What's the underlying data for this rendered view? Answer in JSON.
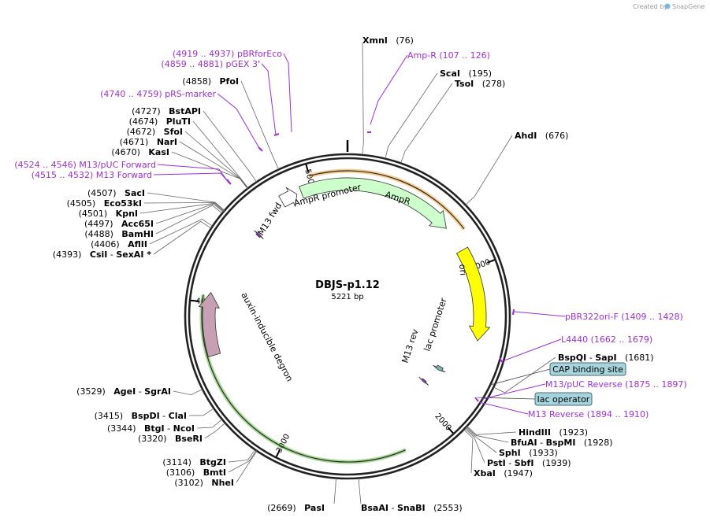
{
  "credit": "Created by",
  "brand": "SnapGene",
  "plasmid": {
    "name": "DBJS-p1.12",
    "size_text": "5221 bp",
    "length": 5221
  },
  "ticks": [
    {
      "pos": 1000,
      "text": "1000"
    },
    {
      "pos": 2000,
      "text": "2000"
    },
    {
      "pos": 3000,
      "text": "3000"
    },
    {
      "pos": 4000,
      "text": "4000"
    },
    {
      "pos": 5000,
      "text": "5000"
    }
  ],
  "sites": [
    {
      "pos": 76,
      "parts": [
        {
          "t": "XmnI",
          "b": true
        },
        {
          "t": "   (76)"
        }
      ]
    },
    {
      "pos": 195,
      "parts": [
        {
          "t": "ScaI",
          "b": true
        },
        {
          "t": "   (195)"
        }
      ]
    },
    {
      "pos": 278,
      "parts": [
        {
          "t": "TsoI",
          "b": true
        },
        {
          "t": "   (278)"
        }
      ]
    },
    {
      "pos": 676,
      "parts": [
        {
          "t": "AhdI",
          "b": true
        },
        {
          "t": "   (676)"
        }
      ]
    },
    {
      "pos": 1681,
      "parts": [
        {
          "t": "BspQI",
          "b": true
        },
        {
          "t": " - "
        },
        {
          "t": "SapI",
          "b": true
        },
        {
          "t": "   (1681)"
        }
      ]
    },
    {
      "pos": 1923,
      "parts": [
        {
          "t": "HindIII",
          "b": true
        },
        {
          "t": "   (1923)"
        }
      ]
    },
    {
      "pos": 1928,
      "parts": [
        {
          "t": "BfuAI",
          "b": true
        },
        {
          "t": " - "
        },
        {
          "t": "BspMI",
          "b": true
        },
        {
          "t": "   (1928)"
        }
      ]
    },
    {
      "pos": 1933,
      "parts": [
        {
          "t": "SphI",
          "b": true
        },
        {
          "t": "   (1933)"
        }
      ]
    },
    {
      "pos": 1939,
      "parts": [
        {
          "t": "PstI",
          "b": true
        },
        {
          "t": " - "
        },
        {
          "t": "SbfI",
          "b": true
        },
        {
          "t": "   (1939)"
        }
      ]
    },
    {
      "pos": 1947,
      "parts": [
        {
          "t": "XbaI",
          "b": true
        },
        {
          "t": "   (1947)"
        }
      ]
    },
    {
      "pos": 2553,
      "parts": [
        {
          "t": "BsaAI",
          "b": true
        },
        {
          "t": " - "
        },
        {
          "t": "SnaBI",
          "b": true
        },
        {
          "t": "   (2553)"
        }
      ]
    },
    {
      "pos": 2669,
      "parts": [
        {
          "t": "(2669)   "
        },
        {
          "t": "PasI",
          "b": true
        }
      ]
    },
    {
      "pos": 3102,
      "parts": [
        {
          "t": "(3102)   "
        },
        {
          "t": "NheI",
          "b": true
        }
      ]
    },
    {
      "pos": 3106,
      "parts": [
        {
          "t": "(3106)   "
        },
        {
          "t": "BmtI",
          "b": true
        }
      ]
    },
    {
      "pos": 3114,
      "parts": [
        {
          "t": "(3114)   "
        },
        {
          "t": "BtgZI",
          "b": true
        }
      ]
    },
    {
      "pos": 3320,
      "parts": [
        {
          "t": "(3320)   "
        },
        {
          "t": "BseRI",
          "b": true
        }
      ]
    },
    {
      "pos": 3344,
      "parts": [
        {
          "t": "(3344)   "
        },
        {
          "t": "BtgI",
          "b": true
        },
        {
          "t": " - "
        },
        {
          "t": "NcoI",
          "b": true
        }
      ]
    },
    {
      "pos": 3415,
      "parts": [
        {
          "t": "(3415)   "
        },
        {
          "t": "BspDI",
          "b": true
        },
        {
          "t": " - "
        },
        {
          "t": "ClaI",
          "b": true
        }
      ]
    },
    {
      "pos": 3529,
      "parts": [
        {
          "t": "(3529)   "
        },
        {
          "t": "AgeI",
          "b": true
        },
        {
          "t": " - "
        },
        {
          "t": "SgrAI",
          "b": true
        }
      ]
    },
    {
      "pos": 4393,
      "parts": [
        {
          "t": "(4393)   "
        },
        {
          "t": "CsiI",
          "b": true
        },
        {
          "t": " - "
        },
        {
          "t": "SexAI *",
          "b": true
        }
      ]
    },
    {
      "pos": 4406,
      "parts": [
        {
          "t": "(4406)   "
        },
        {
          "t": "AflII",
          "b": true
        }
      ]
    },
    {
      "pos": 4488,
      "parts": [
        {
          "t": "(4488)   "
        },
        {
          "t": "BamHI",
          "b": true
        }
      ]
    },
    {
      "pos": 4497,
      "parts": [
        {
          "t": "(4497)   "
        },
        {
          "t": "Acc65I",
          "b": true
        }
      ]
    },
    {
      "pos": 4501,
      "parts": [
        {
          "t": "(4501)   "
        },
        {
          "t": "KpnI",
          "b": true
        }
      ]
    },
    {
      "pos": 4505,
      "parts": [
        {
          "t": "(4505)   "
        },
        {
          "t": "Eco53kI",
          "b": true
        }
      ]
    },
    {
      "pos": 4507,
      "parts": [
        {
          "t": "(4507)   "
        },
        {
          "t": "SacI",
          "b": true
        }
      ]
    },
    {
      "pos": 4670,
      "parts": [
        {
          "t": "(4670)   "
        },
        {
          "t": "KasI",
          "b": true
        }
      ]
    },
    {
      "pos": 4671,
      "parts": [
        {
          "t": "(4671)   "
        },
        {
          "t": "NarI",
          "b": true
        }
      ]
    },
    {
      "pos": 4672,
      "parts": [
        {
          "t": "(4672)   "
        },
        {
          "t": "SfoI",
          "b": true
        }
      ]
    },
    {
      "pos": 4674,
      "parts": [
        {
          "t": "(4674)   "
        },
        {
          "t": "PluTI",
          "b": true
        }
      ]
    },
    {
      "pos": 4727,
      "parts": [
        {
          "t": "(4727)   "
        },
        {
          "t": "BstAPI",
          "b": true
        }
      ]
    },
    {
      "pos": 4858,
      "parts": [
        {
          "t": "(4858)   "
        },
        {
          "t": "PfoI",
          "b": true
        }
      ]
    }
  ],
  "primers": [
    {
      "pos": 116,
      "text": "Amp-R     (107 .. 126)"
    },
    {
      "pos": 1418,
      "text": "pBR322ori-F     (1409 .. 1428)"
    },
    {
      "pos": 1670,
      "text": "L4440     (1662 .. 1679)"
    },
    {
      "pos": 1886,
      "text": "M13/pUC Reverse     (1875 .. 1897)"
    },
    {
      "pos": 1902,
      "text": "M13 Reverse     (1894 .. 1910)"
    },
    {
      "pos": 4535,
      "text": "(4524 .. 4546)   M13/pUC Forward"
    },
    {
      "pos": 4523,
      "text": "(4515 .. 4532)   M13 Forward"
    },
    {
      "pos": 4750,
      "text": "(4740 .. 4759)   pRS-marker"
    },
    {
      "pos": 4870,
      "text": "(4859 .. 4881)   pGEX 3'"
    },
    {
      "pos": 4928,
      "text": "(4919 .. 4937)   pBRforEco"
    }
  ],
  "boxed_features": [
    {
      "text": "CAP binding site"
    },
    {
      "text": "lac operator"
    }
  ],
  "features": [
    {
      "name": "AmpR",
      "start": 4925,
      "end": 700,
      "color": "#ccffcc"
    },
    {
      "name": "AmpR promoter",
      "start": 4790,
      "end": 4895,
      "color": "#ffffff"
    },
    {
      "name": "ori",
      "start": 870,
      "end": 1460,
      "color": "#ffff00"
    },
    {
      "name": "auxin-inducible degron",
      "start": 3680,
      "end": 4060,
      "color": "#c8a0b4"
    },
    {
      "name": "lac promoter",
      "start": 1718,
      "end": 1749,
      "color": "#7fb0b8"
    },
    {
      "name": "M13 fwd",
      "start": 4524,
      "end": 4540,
      "color": "#9b30d9"
    },
    {
      "name": "M13 rev",
      "start": 1880,
      "end": 1897,
      "color": "#9b30d9"
    }
  ],
  "orfs": [
    {
      "start": 5000,
      "end": 770,
      "color": "#f0a030"
    },
    {
      "start": 2270,
      "end": 4040,
      "color": "#60c040"
    }
  ]
}
